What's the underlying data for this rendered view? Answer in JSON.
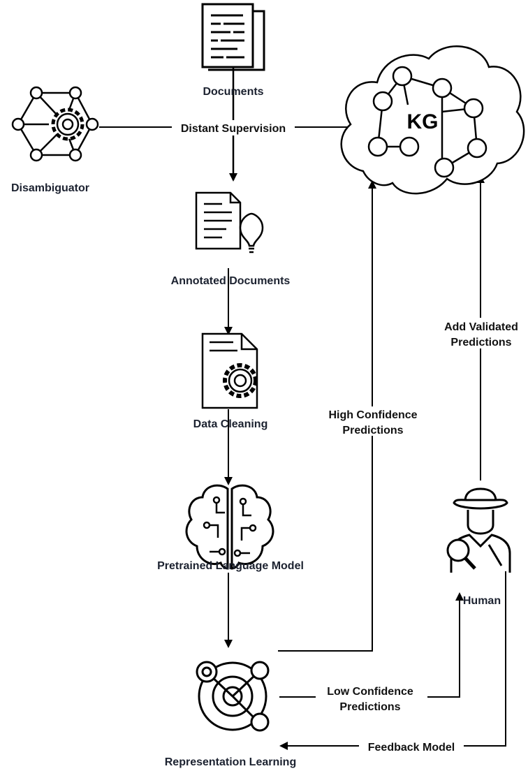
{
  "nodes": {
    "documents": "Documents",
    "disambiguator": "Disambiguator",
    "kg": "KG",
    "annotated_documents": "Annotated Documents",
    "data_cleaning": "Data Cleaning",
    "pretrained_language_model": "Pretrained Language Model",
    "representation_learning": "Representation Learning",
    "human": "Human"
  },
  "edges": {
    "distant_supervision": "Distant Supervision",
    "high_confidence_1": "High Confidence",
    "high_confidence_2": "Predictions",
    "add_validated_1": "Add Validated",
    "add_validated_2": "Predictions",
    "low_confidence_1": "Low Confidence",
    "low_confidence_2": "Predictions",
    "feedback_model": "Feedback Model"
  },
  "icons": [
    "documents-icon",
    "disambiguator-network-icon",
    "kg-cloud-icon",
    "annotated-document-icon",
    "data-cleaning-icon",
    "brain-circuit-icon",
    "representation-learning-icon",
    "human-detective-icon"
  ]
}
